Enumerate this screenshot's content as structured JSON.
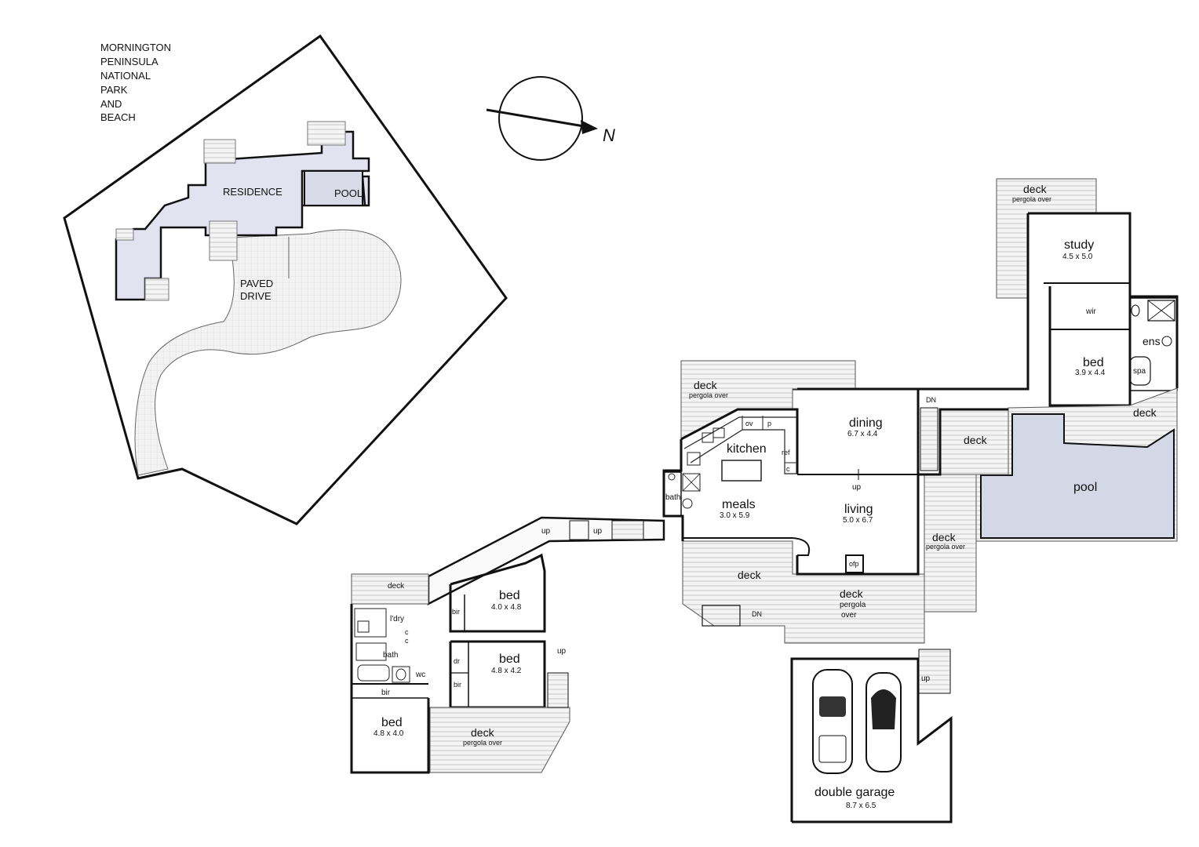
{
  "site_note": [
    "MORNINGTON",
    "PENINSULA",
    "NATIONAL",
    "PARK",
    "AND",
    "BEACH"
  ],
  "site_plan": {
    "residence": "RESIDENCE",
    "pool": "POOL",
    "paved": [
      "PAVED",
      "DRIVE"
    ]
  },
  "compass": {
    "north": "N"
  },
  "rooms": {
    "study": {
      "name": "study",
      "dims": "4.5 x 5.0"
    },
    "wir": "wir",
    "ens": "ens",
    "spa": "spa",
    "bed_master": {
      "name": "bed",
      "dims": "3.9 x 4.4"
    },
    "pool": "pool",
    "dining": {
      "name": "dining",
      "dims": "6.7 x 4.4"
    },
    "kitchen": "kitchen",
    "ov": "ov",
    "p": "p",
    "ref": "ref",
    "c": "c",
    "meals": {
      "name": "meals",
      "dims": "3.0 x 5.9"
    },
    "living": {
      "name": "living",
      "dims": "5.0 x 6.7"
    },
    "bath_main": "bath",
    "ofp": "ofp",
    "bed2": {
      "name": "bed",
      "dims": "4.0 x 4.8"
    },
    "bed3": {
      "name": "bed",
      "dims": "4.8 x 4.2"
    },
    "bed4": {
      "name": "bed",
      "dims": "4.8 x 4.0"
    },
    "bir": "bir",
    "dr": "dr",
    "ldry": "l'dry",
    "bath2": "bath",
    "wc": "wc",
    "garage": {
      "name": "double garage",
      "dims": "8.7 x 6.5"
    }
  },
  "decks": {
    "deck": "deck",
    "pergola_over": "pergola over",
    "pergola": "pergola",
    "over": "over"
  },
  "stairs": {
    "up": "up",
    "dn": "DN"
  }
}
